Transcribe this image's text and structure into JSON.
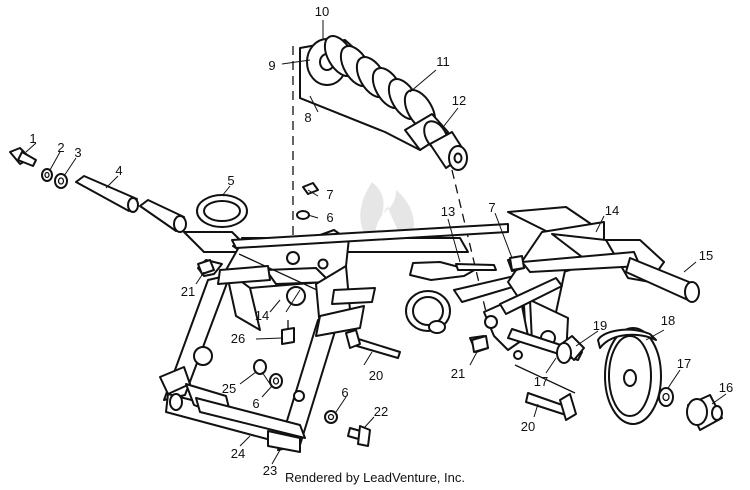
{
  "callouts": [
    "1",
    "2",
    "3",
    "4",
    "5",
    "6",
    "7",
    "8",
    "9",
    "10",
    "11",
    "12",
    "13",
    "14",
    "15",
    "16",
    "17",
    "18",
    "19",
    "20",
    "21",
    "22",
    "23",
    "24",
    "25",
    "26"
  ],
  "footer_text": "Rendered by LeadVenture, Inc.",
  "colors": {
    "line": "#111111",
    "background": "#ffffff",
    "watermark": "#e6e6e6"
  }
}
